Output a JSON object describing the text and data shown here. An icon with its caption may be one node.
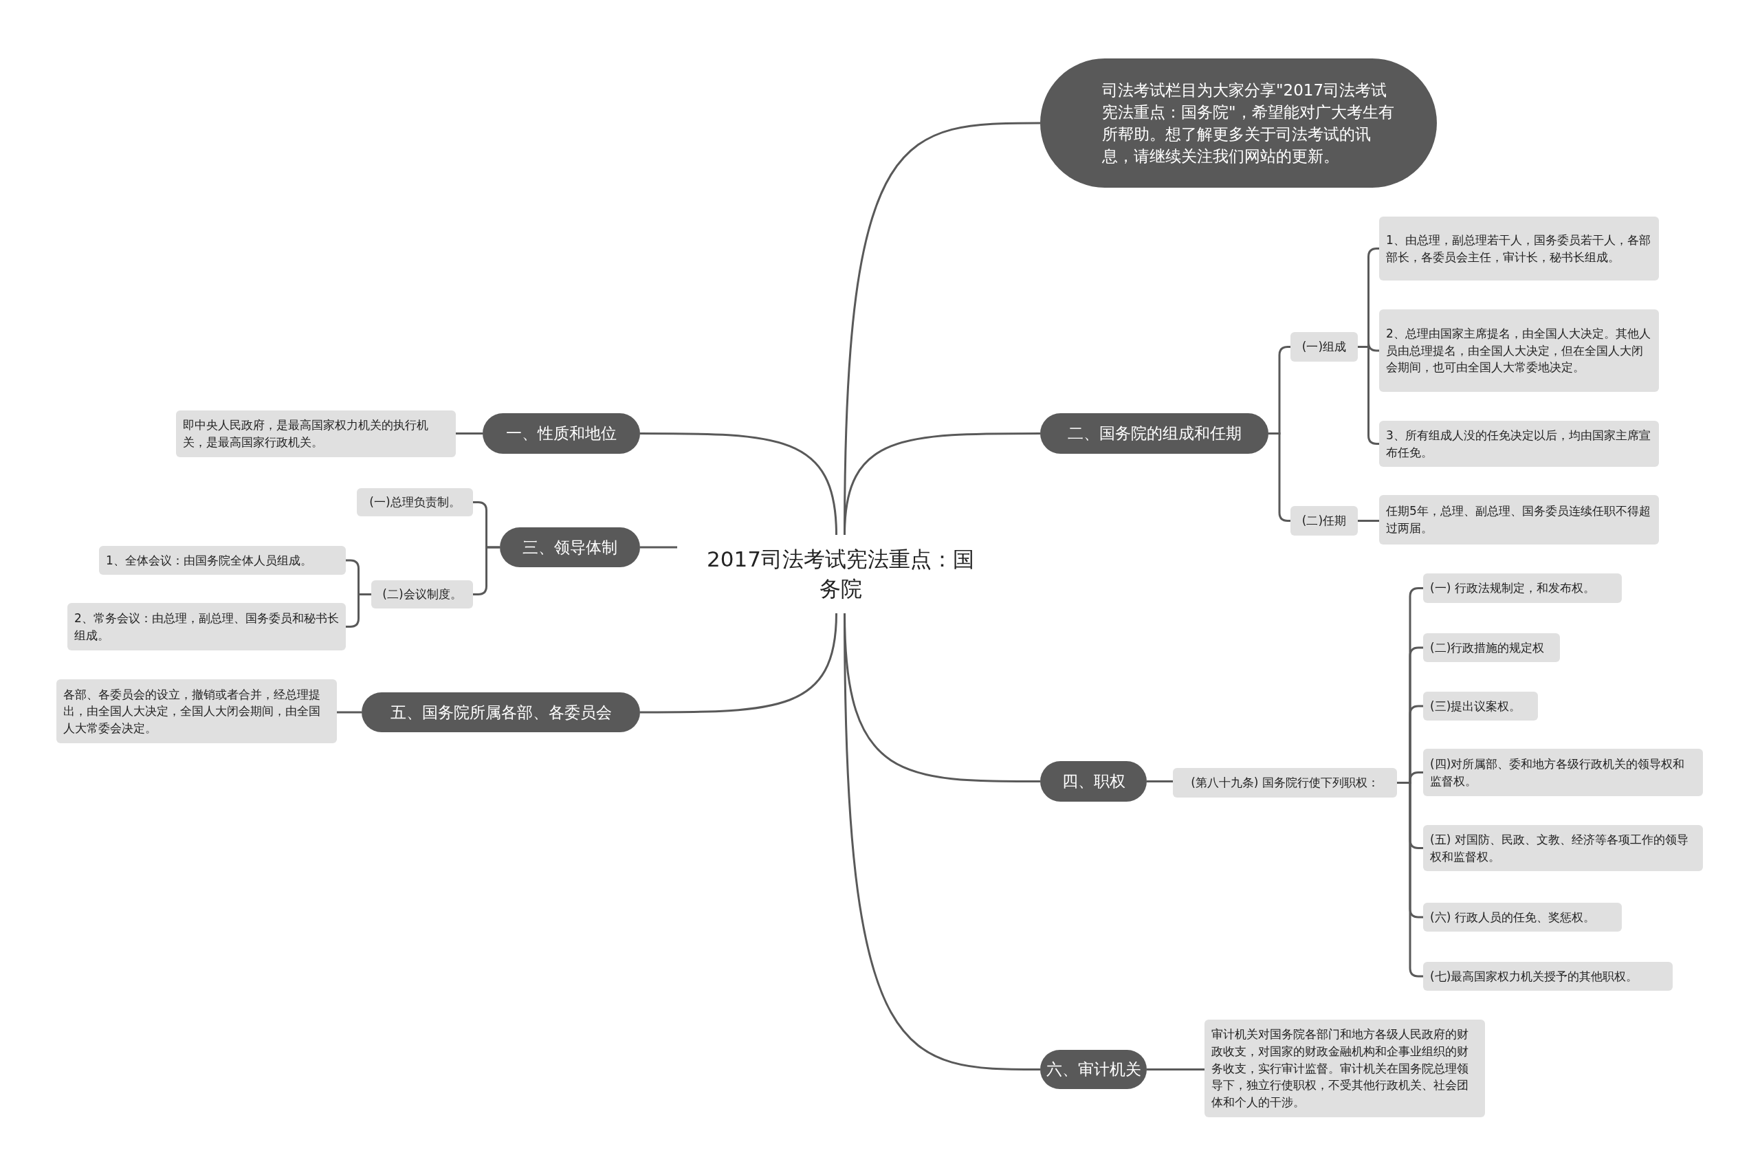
{
  "diagram": {
    "nodes": [
      {
        "text": [
          "2017司法考试宪法重点：国务院"
        ]
      },
      {
        "text": [
          "司法考试栏目为大家分享\"2017司法考试宪法重点：国务院\"，希望能对广大考生有所帮助。想了解更多关于司法考试的讯息，请继续关注我们网站的更新。"
        ]
      },
      {
        "text": [
          "二、国务院的组成和任期"
        ]
      },
      {
        "text": [
          "(一)组成"
        ]
      },
      {
        "text": [
          "1、由总理，副总理若干人，国务委员若干人，各部部长，各委员会主任，审计长，秘书长组成。"
        ]
      },
      {
        "text": [
          "2、总理由国家主席提名，由全国人大决定。其他人员由总理提名，由全国人大决定，但在全国人大闭会期间，也可由全国人大常委地决定。"
        ]
      },
      {
        "text": [
          "3、所有组成人没的任免决定以后，均由国家主席宣布任免。"
        ]
      },
      {
        "text": [
          "(二)任期"
        ]
      },
      {
        "text": [
          "任期5年，总理、副总理、国务委员连续任职不得超过两届。"
        ]
      },
      {
        "text": [
          "四、职权"
        ]
      },
      {
        "text": [
          "(第八十九条) 国务院行使下列职权："
        ]
      },
      {
        "text": [
          "(一) 行政法规制定，和发布权。"
        ]
      },
      {
        "text": [
          "(二)行政措施的规定权"
        ]
      },
      {
        "text": [
          "(三)提出议案权。"
        ]
      },
      {
        "text": [
          "(四)对所属部、委和地方各级行政机关的领导权和监督权。"
        ]
      },
      {
        "text": [
          "(五) 对国防、民政、文教、经济等各项工作的领导权和监督权。"
        ]
      },
      {
        "text": [
          "(六) 行政人员的任免、奖惩权。"
        ]
      },
      {
        "text": [
          "(七)最高国家权力机关授予的其他职权。"
        ]
      },
      {
        "text": [
          "六、审计机关"
        ]
      },
      {
        "text": [
          "审计机关对国务院各部门和地方各级人民政府的财政收支，对国家的财政金融机构和企事业组织的财务收支，实行审计监督。审计机关在国务院总理领导下，独立行使职权，不受其他行政机关、社会团体和个人的干涉。"
        ]
      },
      {
        "text": [
          "一、性质和地位"
        ]
      },
      {
        "text": [
          "即中央人民政府，是最高国家权力机关的执行机关，是最高国家行政机关。"
        ]
      },
      {
        "text": [
          "三、领导体制"
        ]
      },
      {
        "text": [
          "(一)总理负责制。"
        ]
      },
      {
        "text": [
          "(二)会议制度。"
        ]
      },
      {
        "text": [
          "1、全体会议：由国务院全体人员组成。"
        ]
      },
      {
        "text": [
          "2、常务会议：由总理，副总理、国务委员和秘书长组成。"
        ]
      },
      {
        "text": [
          "五、国务院所属各部、各委员会"
        ]
      },
      {
        "text": [
          "各部、各委员会的设立，撤销或者合并，经总理提出，由全国人大决定，全国人大闭会期间，由全国人大常委会决定。"
        ]
      }
    ],
    "edges": [
      {
        "from": 0,
        "to": 1,
        "arrow": "none"
      },
      {
        "from": 0,
        "to": 2,
        "arrow": "none"
      },
      {
        "from": 2,
        "to": 3,
        "arrow": "none"
      },
      {
        "from": 3,
        "to": 4,
        "arrow": "none"
      },
      {
        "from": 3,
        "to": 5,
        "arrow": "none"
      },
      {
        "from": 3,
        "to": 6,
        "arrow": "none"
      },
      {
        "from": 2,
        "to": 7,
        "arrow": "none"
      },
      {
        "from": 7,
        "to": 8,
        "arrow": "none"
      },
      {
        "from": 0,
        "to": 9,
        "arrow": "none"
      },
      {
        "from": 9,
        "to": 10,
        "arrow": "none"
      },
      {
        "from": 10,
        "to": 11,
        "arrow": "none"
      },
      {
        "from": 10,
        "to": 12,
        "arrow": "none"
      },
      {
        "from": 10,
        "to": 13,
        "arrow": "none"
      },
      {
        "from": 10,
        "to": 14,
        "arrow": "none"
      },
      {
        "from": 10,
        "to": 15,
        "arrow": "none"
      },
      {
        "from": 10,
        "to": 16,
        "arrow": "none"
      },
      {
        "from": 10,
        "to": 17,
        "arrow": "none"
      },
      {
        "from": 0,
        "to": 18,
        "arrow": "none"
      },
      {
        "from": 18,
        "to": 19,
        "arrow": "none"
      },
      {
        "from": 0,
        "to": 20,
        "arrow": "none"
      },
      {
        "from": 20,
        "to": 21,
        "arrow": "none"
      },
      {
        "from": 22,
        "to": 0,
        "arrow": "none"
      },
      {
        "from": 22,
        "to": 23,
        "arrow": "none"
      },
      {
        "from": 22,
        "to": 24,
        "arrow": "none"
      },
      {
        "from": 24,
        "to": 25,
        "arrow": "none"
      },
      {
        "from": 24,
        "to": 26,
        "arrow": "none"
      },
      {
        "from": 0,
        "to": 27,
        "arrow": "none"
      },
      {
        "from": 27,
        "to": 28,
        "arrow": "none"
      }
    ]
  }
}
